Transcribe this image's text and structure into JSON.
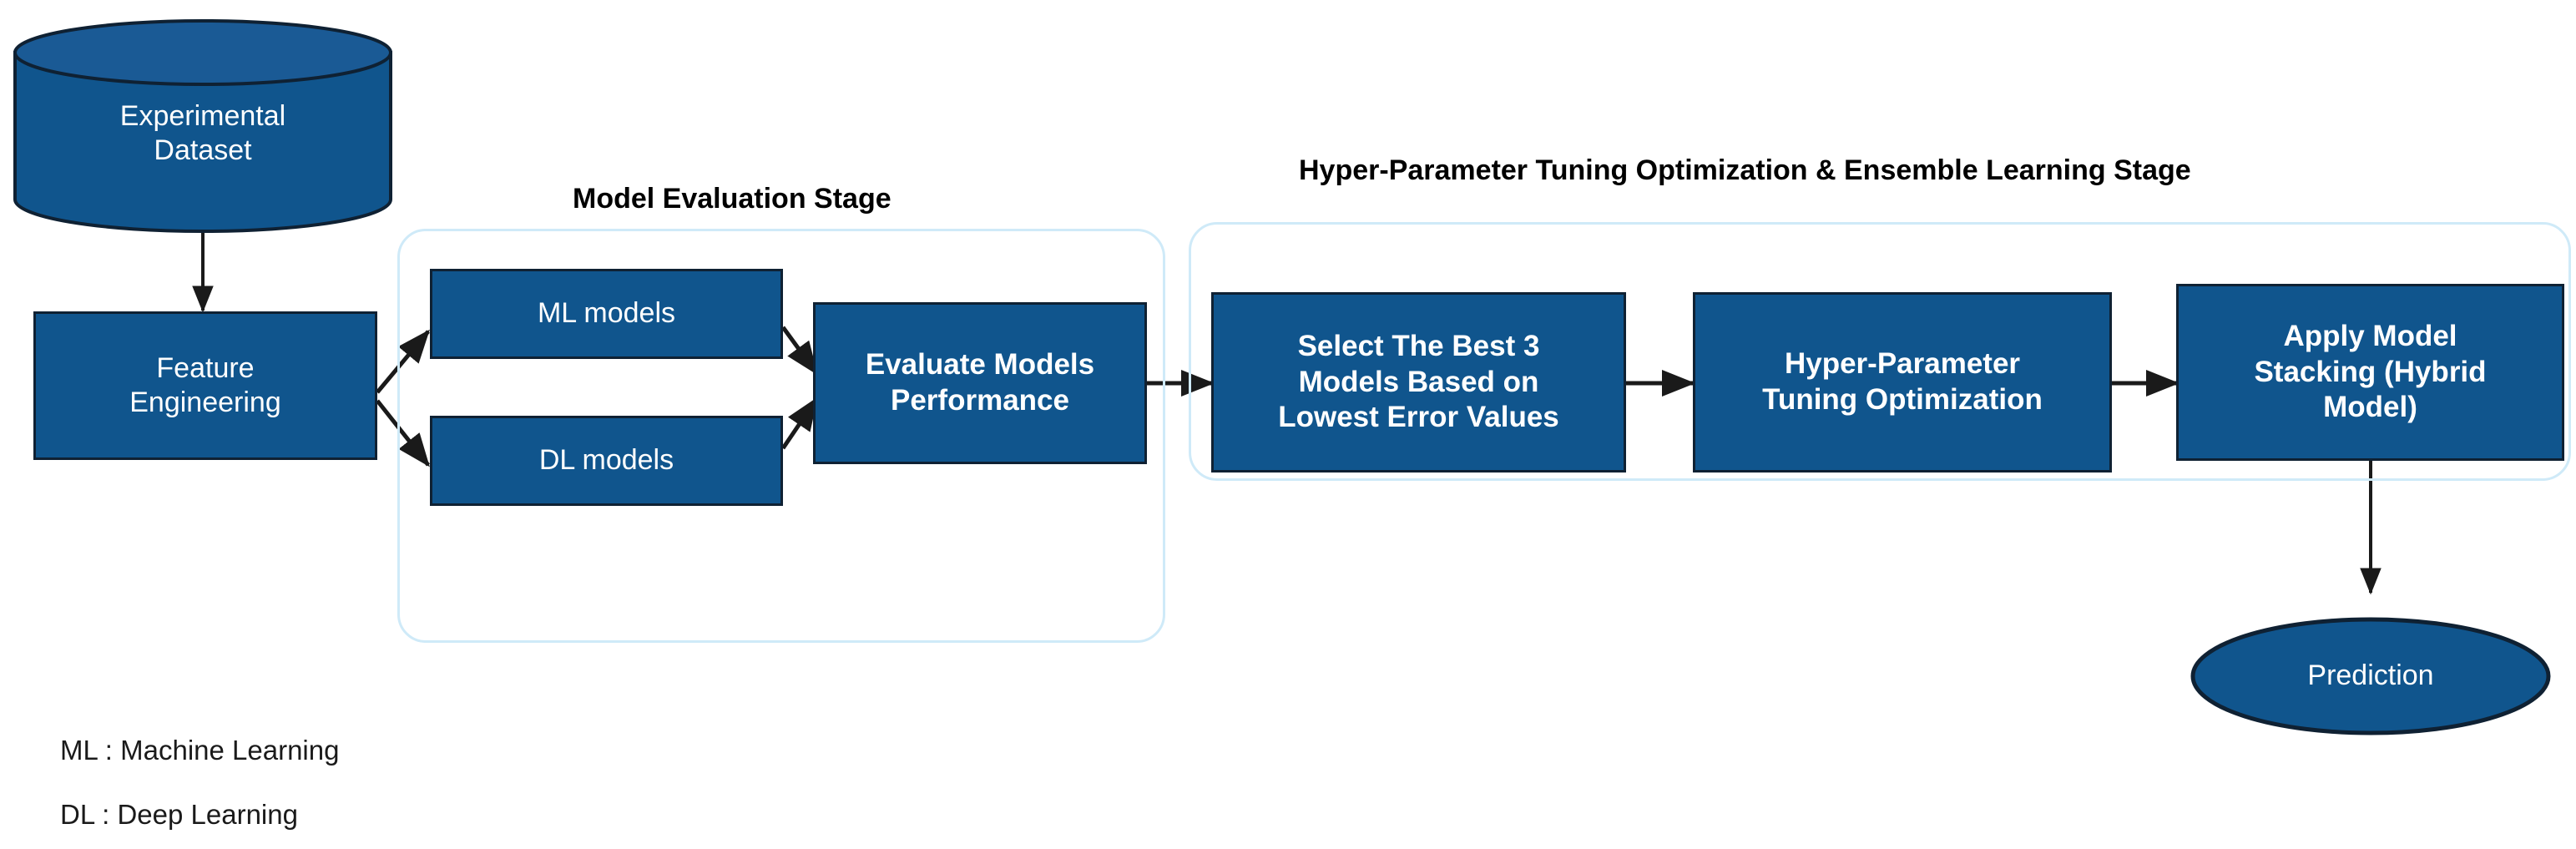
{
  "diagram": {
    "title_left_stage": "Model Evaluation Stage",
    "title_right_stage": "Hyper-Parameter Tuning Optimization & Ensemble Learning Stage",
    "colors": {
      "node_fill": "#10558d",
      "node_border": "#0f2133",
      "node_text": "#ffffff",
      "stage_border": "#cfeaf8",
      "arrow": "#1a1a1a",
      "background": "#ffffff",
      "legend_text": "#1a1a1a"
    },
    "nodes": {
      "dataset": "Experimental\nDataset",
      "dataset_line1": "Experimental",
      "dataset_line2": "Dataset",
      "feature_engineering_line1": "Feature",
      "feature_engineering_line2": "Engineering",
      "ml_models": "ML models",
      "dl_models": "DL models",
      "evaluate_line1": "Evaluate Models",
      "evaluate_line2": "Performance",
      "select_best_line1": "Select The Best 3",
      "select_best_line2": "Models Based on",
      "select_best_line3": "Lowest Error Values",
      "tuning_line1": "Hyper-Parameter",
      "tuning_line2": "Tuning Optimization",
      "stacking_line1": "Apply Model",
      "stacking_line2": "Stacking  (Hybrid",
      "stacking_line3": "Model)",
      "prediction": "Prediction"
    },
    "legend": [
      "ML : Machine Learning",
      "DL : Deep Learning"
    ]
  }
}
